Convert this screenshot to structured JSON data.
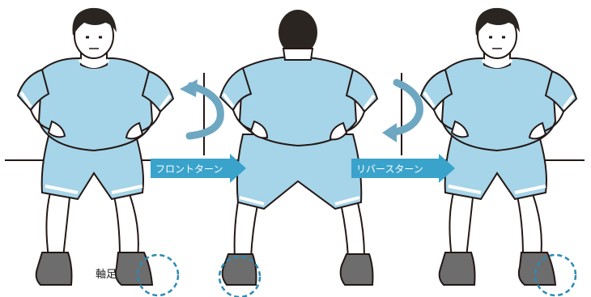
{
  "labels": {
    "front_turn": "フロントターン",
    "reverse_turn": "リバースターン",
    "pivot_foot": "軸足"
  },
  "figures": [
    {
      "name": "figure-left",
      "view": "front"
    },
    {
      "name": "figure-center",
      "view": "back"
    },
    {
      "name": "figure-right",
      "view": "front"
    }
  ],
  "colors": {
    "shirt": "#a6d4e8",
    "shirt_trim": "#ffffff",
    "outline": "#231815",
    "arrow_fill": "#3aa3cc",
    "rotation_arrow": "#6ea7c2",
    "circle": "#2c8ab3",
    "hair": "#2b2522",
    "skin": "#ffffff",
    "shoe": "#6d6d6d"
  }
}
